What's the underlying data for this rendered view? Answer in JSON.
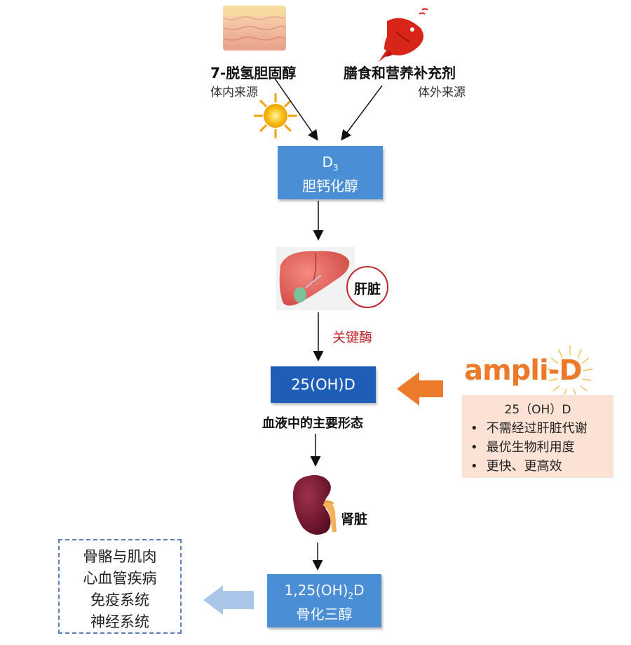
{
  "sources": {
    "endogenous_title": "7-脱氢胆固醇",
    "endogenous_sub": "体内来源",
    "exogenous_title": "膳食和营养补充剂",
    "exogenous_sub": "体外来源"
  },
  "d3_box": {
    "line1_main": "D",
    "line1_sub": "3",
    "line2": "胆钙化醇"
  },
  "liver": {
    "label": "肝脏"
  },
  "enzyme_label": "关键酶",
  "ohd_box": {
    "label": "25(OH)D"
  },
  "blood_form": "血液中的主要形态",
  "kidney": {
    "label": "肾脏"
  },
  "final_box": {
    "line1_pre": "1,25(OH)",
    "line1_sub": "2",
    "line1_post": "D",
    "line2": "骨化三醇"
  },
  "ampli_d": {
    "logo_text": "ampli-D",
    "subtitle": "25（OH）D",
    "bullets": [
      "不需经过肝脏代谢",
      "最优生物利用度",
      "更快、更高效"
    ]
  },
  "targets": [
    "骨骼与肌肉",
    "心血管疾病",
    "免疫系统",
    "神经系统"
  ],
  "colors": {
    "box_blue": "#4a8fd6",
    "box_dark_blue": "#1f5eb8",
    "enzyme_red": "#c0272d",
    "orange_arrow": "#ec7a2b",
    "light_blue_arrow": "#a9c5e8",
    "panel_peach": "#fbe2d5"
  },
  "icons": [
    "skin-layer-icon",
    "fish-icon",
    "sun-icon",
    "liver-icon",
    "kidney-icon",
    "ampli-d-sun-logo"
  ]
}
